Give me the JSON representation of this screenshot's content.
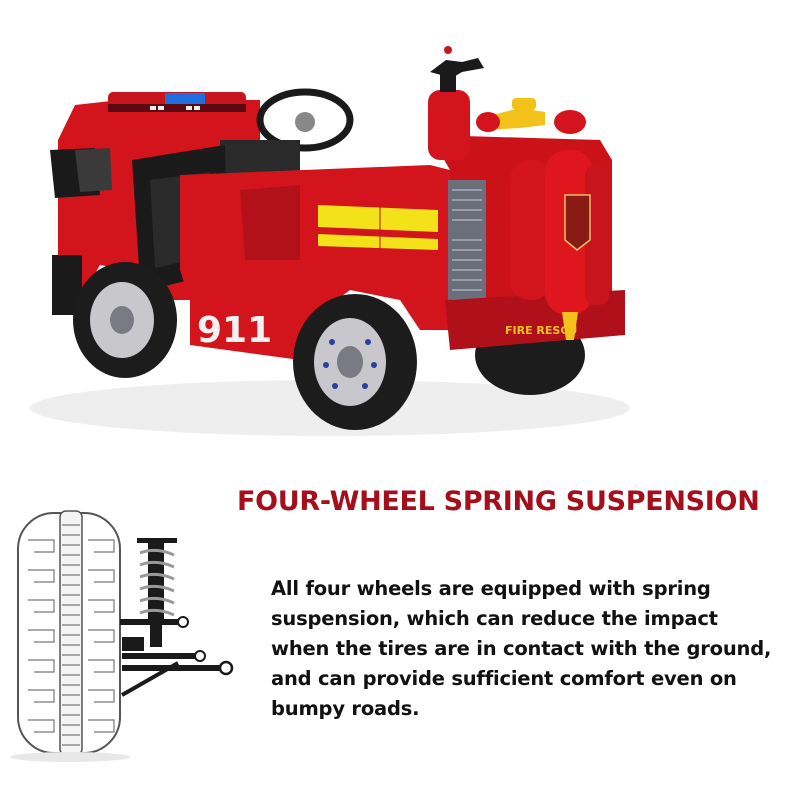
{
  "product": {
    "vehicle_number": "911",
    "rear_label": "FIRE RESCU",
    "colors": {
      "body_red": "#d4141c",
      "dark_red": "#a80e15",
      "stripe_yellow": "#f3e21a",
      "text_yellow": "#f3c21a",
      "light_blue": "#1f6fe0",
      "black": "#1a1a1a",
      "chrome": "#c8c8cc"
    }
  },
  "feature": {
    "heading": "FOUR-WHEEL SPRING SUSPENSION",
    "heading_color": "#a50f1c",
    "description_lines": [
      "All four wheels are equipped with spring",
      "suspension, which can reduce the impact",
      "when the tires are in contact with the ground,",
      "and can provide sufficient comfort even on",
      "bumpy roads."
    ]
  }
}
